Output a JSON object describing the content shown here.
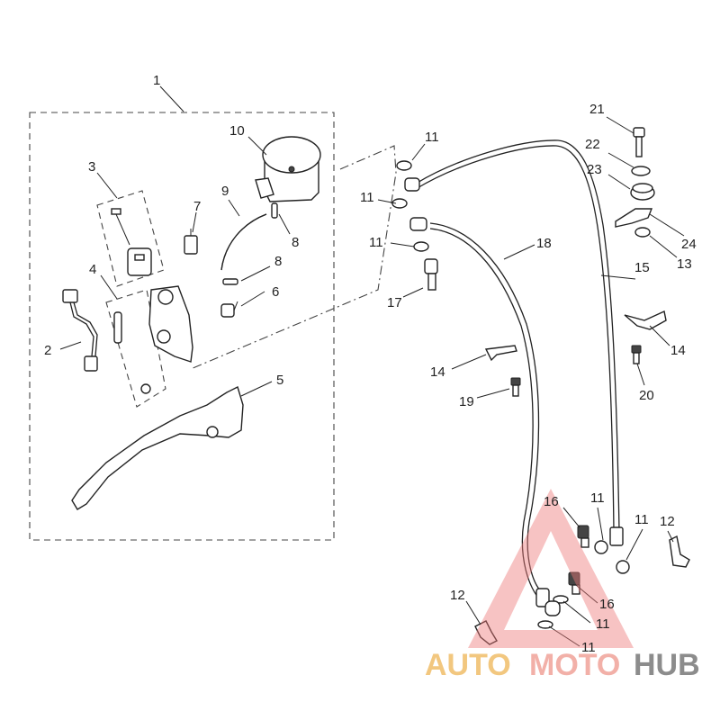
{
  "diagram": {
    "callouts": {
      "c1": "1",
      "c2": "2",
      "c3": "3",
      "c4": "4",
      "c5": "5",
      "c6": "6",
      "c7": "7",
      "c8a": "8",
      "c8b": "8",
      "c9": "9",
      "c10": "10",
      "c11a": "11",
      "c11b": "11",
      "c11c": "11",
      "c11d": "11",
      "c11e": "11",
      "c11f": "11",
      "c11g": "11",
      "c12a": "12",
      "c12b": "12",
      "c13": "13",
      "c14a": "14",
      "c14b": "14",
      "c15": "15",
      "c16a": "16",
      "c16b": "16",
      "c17": "17",
      "c18": "18",
      "c19": "19",
      "c20": "20",
      "c21": "21",
      "c22": "22",
      "c23": "23",
      "c24": "24"
    }
  },
  "watermark": {
    "word_auto": "AUTO",
    "word_moto": "MOTO",
    "word_hub": "HUB",
    "colors": {
      "auto": "#f2c77f",
      "moto": "#f2b0a8",
      "hub": "#8c8c8c",
      "triangle": "#ee7a7a"
    }
  }
}
